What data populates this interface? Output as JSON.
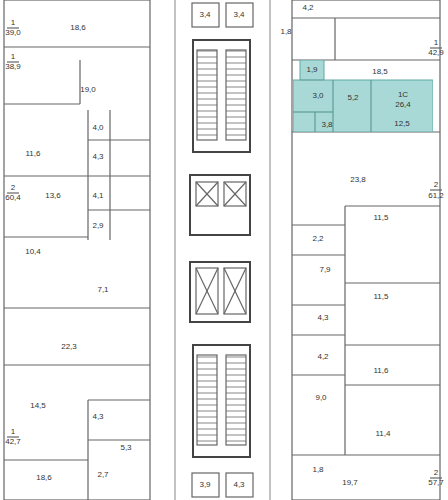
{
  "diagram": {
    "nodes": [
      {
        "text": [
          "1С",
          "26,4",
          "1,9",
          "3,0",
          "5,2",
          "3,8",
          "12,5"
        ]
      }
    ],
    "labels": [
      "1",
      "39,0",
      "18,6",
      "1",
      "38,9",
      "19,0",
      "4,0",
      "11,6",
      "4,3",
      "2",
      "60,4",
      "13,6",
      "4,1",
      "2,9",
      "10,4",
      "7,1",
      "22,3",
      "14,5",
      "4,3",
      "5,3",
      "1",
      "42,7",
      "18,6",
      "2,7",
      "3,4",
      "3,4",
      "3,9",
      "4,3",
      "4,2",
      "1,8",
      "1",
      "42,9",
      "18,5",
      "23,8",
      "2",
      "61,2",
      "2,2",
      "11,5",
      "7,9",
      "11,5",
      "4,3",
      "4,2",
      "11,6",
      "9,0",
      "11,4",
      "1,8",
      "19,7",
      "2",
      "57,7"
    ]
  }
}
